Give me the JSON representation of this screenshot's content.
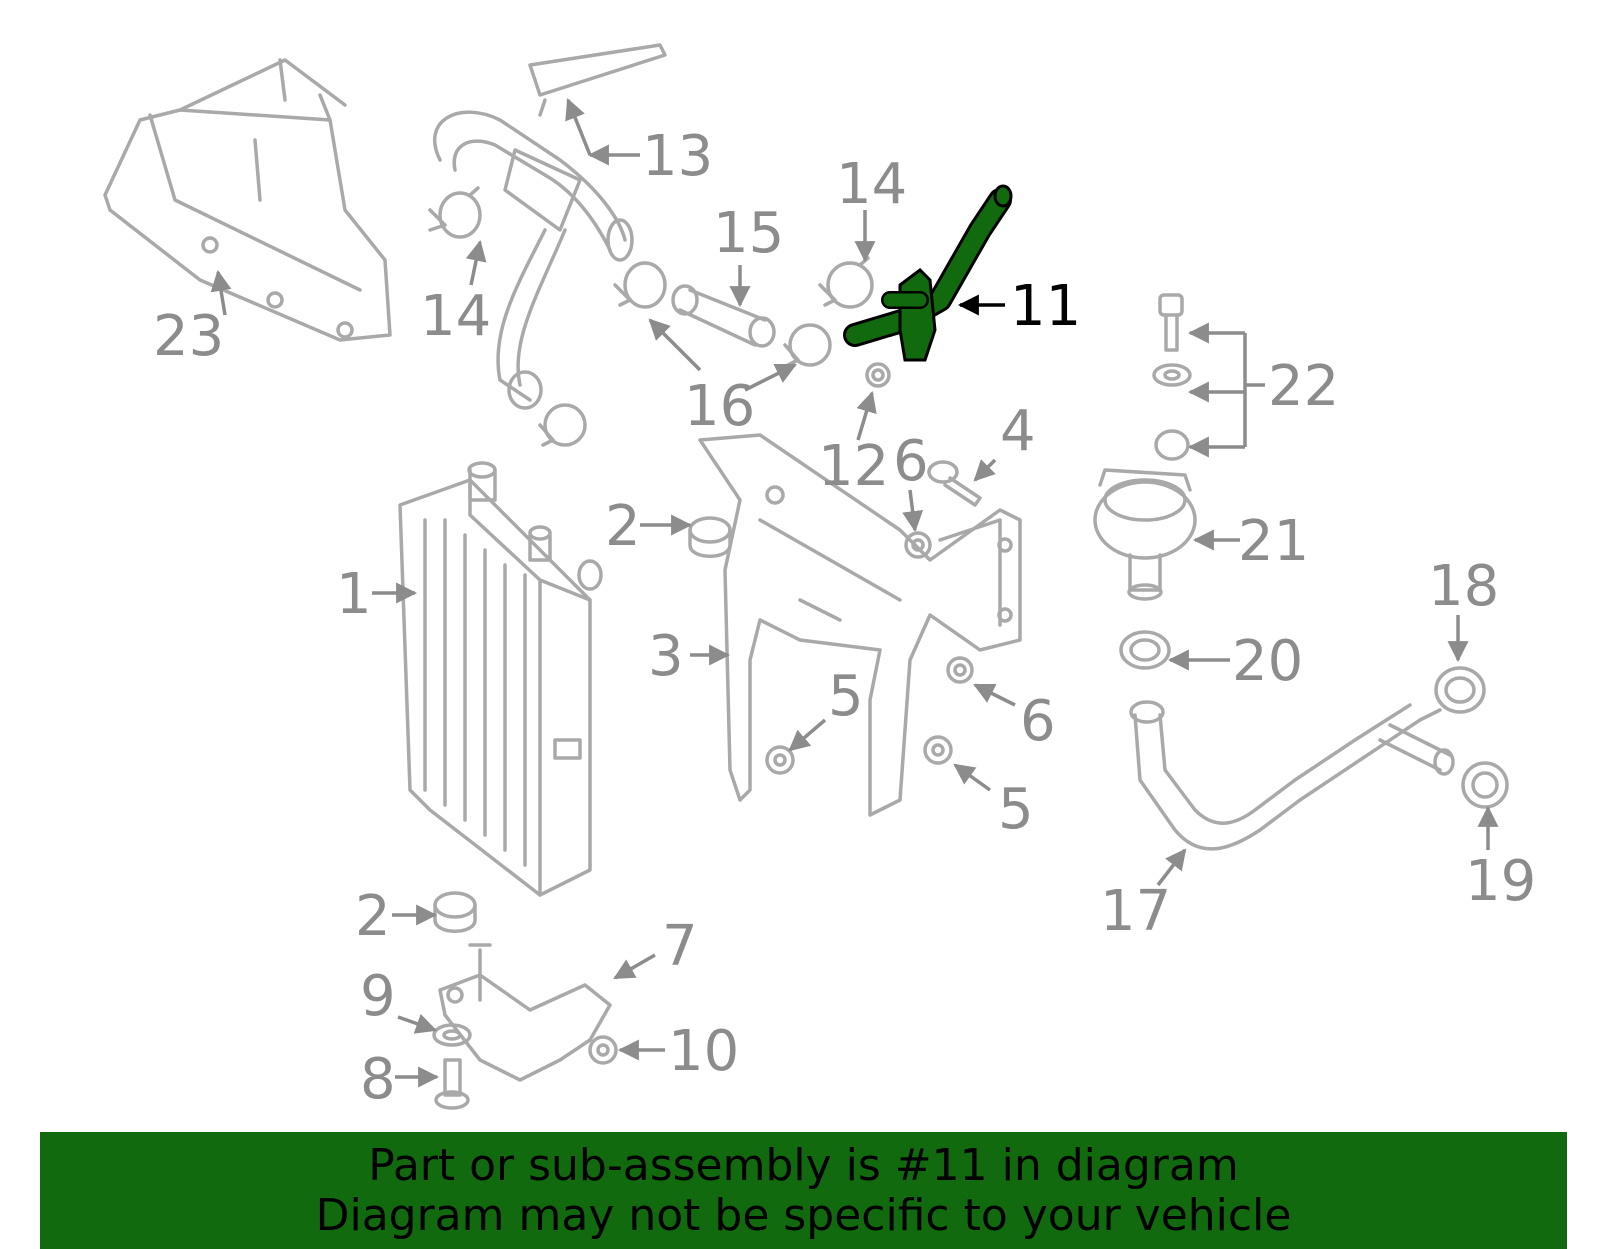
{
  "diagram": {
    "highlighted_part": "11",
    "highlight_color": "#116a0e",
    "labels": {
      "l1": "1",
      "l2a": "2",
      "l2b": "2",
      "l3": "3",
      "l4": "4",
      "l5a": "5",
      "l5b": "5",
      "l6a": "6",
      "l6b": "6",
      "l7": "7",
      "l8": "8",
      "l9": "9",
      "l10": "10",
      "l11": "11",
      "l12": "12",
      "l13": "13",
      "l14a": "14",
      "l14b": "14",
      "l15": "15",
      "l16": "16",
      "l17": "17",
      "l18": "18",
      "l19": "19",
      "l20": "20",
      "l21": "21",
      "l22": "22",
      "l23": "23"
    }
  },
  "banner": {
    "line1": "Part or sub-assembly is #11 in diagram",
    "line2": "Diagram may not be specific to your vehicle",
    "background": "#116a0e"
  }
}
